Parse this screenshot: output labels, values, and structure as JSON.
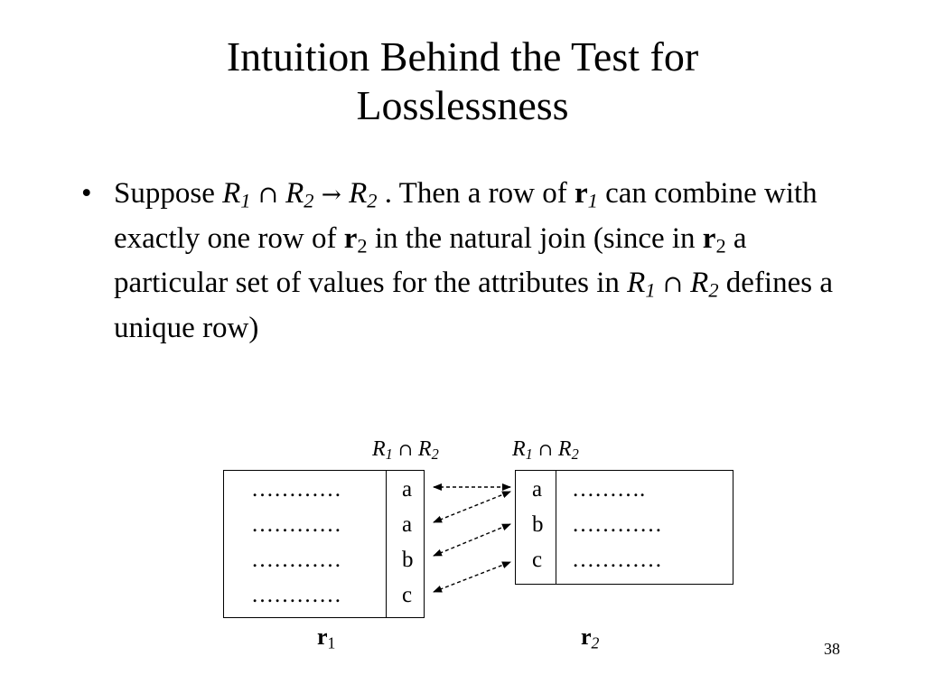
{
  "slide": {
    "title_line1": "Intuition Behind the Test for",
    "title_line2": "Losslessness",
    "bullet": {
      "marker": "•",
      "t_suppose": "Suppose ",
      "r": "R",
      "one": "1",
      "two": "2",
      "intersect_sym": "∩",
      "arrow_sym": "→",
      "t_then": " .  Then a row of ",
      "r_lower": "r",
      "t_can": " can combine with exactly one row of ",
      "t_in": " in the natural join (since in ",
      "t_particular": " a particular set of values for the attributes in ",
      "t_defines": " defines a unique row)"
    },
    "diagram": {
      "r1_left_rows": [
        "…………",
        "…………",
        "…………",
        "…………"
      ],
      "r1_right_rows": [
        "a",
        "a",
        "b",
        "c"
      ],
      "r2_left_rows": [
        "a",
        "b",
        "c"
      ],
      "r2_right_rows": [
        "……….",
        "…………",
        "…………"
      ],
      "r1_label": "r",
      "r2_label": "r",
      "sub1": "1",
      "sub2": "2"
    },
    "slide_number": "38"
  }
}
